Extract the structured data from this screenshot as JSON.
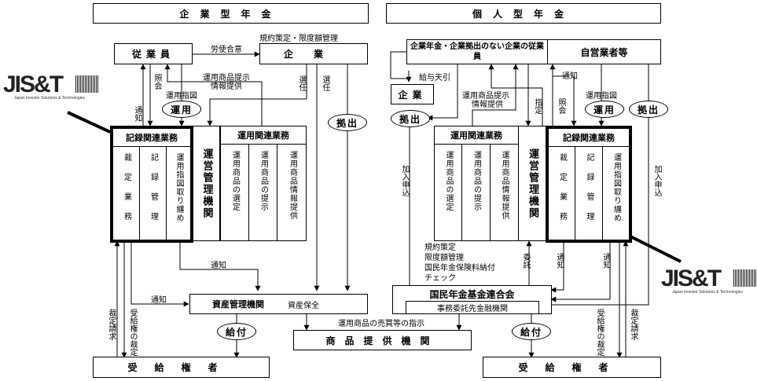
{
  "left": {
    "title": "企業型年金",
    "employee": "従業員",
    "company": "企業",
    "labor_agreement": "労使合意",
    "rules_label": "規約策定・限度額管理",
    "inquiry": "照会",
    "notice": "通知",
    "product_info_1": "運用商品提示",
    "product_info_2": "情報提供",
    "instruction": "運用指図",
    "select_1": "選任",
    "select_2": "選任",
    "operate": "運用",
    "contribute": "拠出",
    "record_header": "記録関連業務",
    "record_cols": [
      "裁定業務",
      "記録管理",
      "運用指図取り纏め"
    ],
    "admin": "運営管理機関",
    "ops_header": "運用関連業務",
    "ops_cols": [
      "運用商品の選定",
      "運用商品の提示",
      "運用商品情報提供"
    ],
    "notice_2": "通知",
    "notice_3": "通知",
    "asset_mgr": "資産管理機関",
    "asset_keep": "資産保全",
    "benefit": "給付",
    "claim": "裁定請求",
    "decision": "受給権の裁定",
    "recipient": "受給権者"
  },
  "center": {
    "trade_instruction": "運用商品の売買等の指示",
    "provider": "商品提供機関"
  },
  "right": {
    "title": "個人型年金",
    "employee": "企業年金・企業拠出のない企業の従業員",
    "self_employed": "自営業者等",
    "payroll": "給与天引",
    "company": "企業",
    "contribute_1": "拠出",
    "product_info_1": "運用商品提示",
    "product_info_2": "情報提供",
    "designate": "指定",
    "inquiry": "照会",
    "notice": "通知",
    "instruction": "運用指図",
    "operate": "運用",
    "contribute_2": "拠出",
    "join_1": "加入申込",
    "join_2": "加入申込",
    "ops_header": "運用関連業務",
    "ops_cols": [
      "運用商品の選定",
      "運用商品の提示",
      "運用商品情報提供"
    ],
    "admin": "運営管理機関",
    "record_header": "記録関連業務",
    "record_cols": [
      "裁定業務",
      "記録管理",
      "運用指図取り纏め"
    ],
    "rules": [
      "規約策定",
      "限度額管理",
      "国民年金保険料納付",
      "チェック"
    ],
    "entrust": "委託",
    "notice_2": "通知",
    "notice_3": "通知",
    "federation": "国民年金基金連合会",
    "bank": "事務委託先金融機関",
    "benefit": "給付",
    "decision": "受給権の裁定",
    "claim": "裁定請求",
    "recipient": "受給権者"
  },
  "logo": {
    "text": "JIS&T",
    "tagline": "Japan Investor Solutions & Technologies"
  }
}
